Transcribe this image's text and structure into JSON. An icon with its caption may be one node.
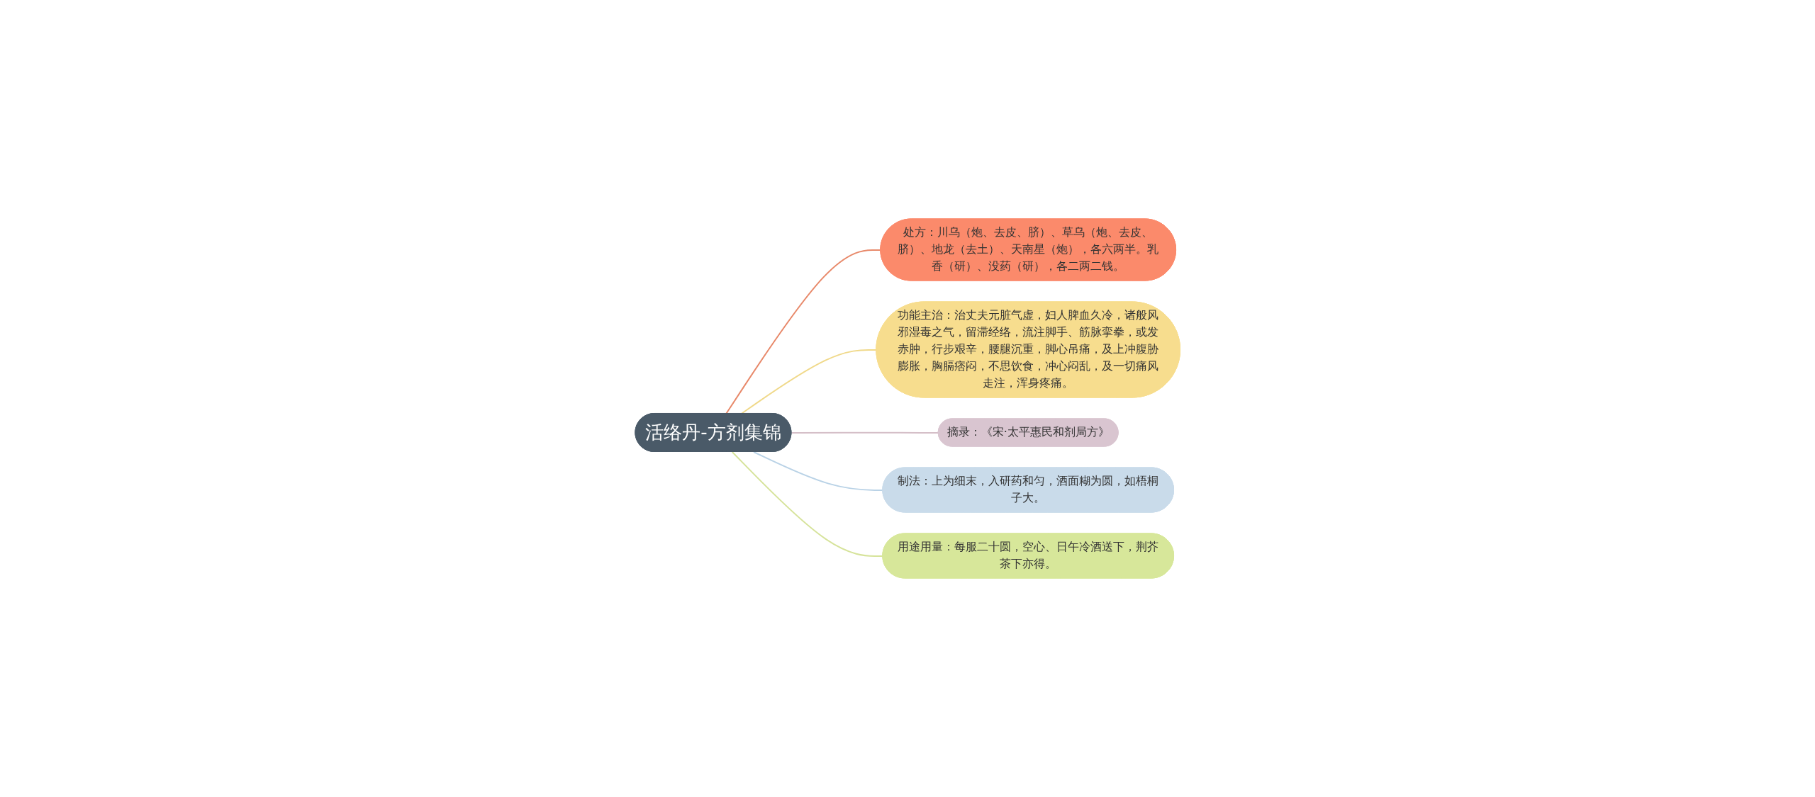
{
  "diagram": {
    "nodes": [
      {
        "text": [
          "活络丹-方剂集锦"
        ]
      },
      {
        "text": [
          "处方：川乌（炮、去皮、脐）、草乌（炮、去皮、脐）、地龙（去土）、天南星（炮），各六两半。乳香（研）、没药（研），各二两二钱。"
        ]
      },
      {
        "text": [
          "功能主治：治丈夫元脏气虚，妇人脾血久冷，诸般风邪湿毒之气，留滞经络，流注脚手、筋脉挛拳，或发赤肿，行步艰辛，腰腿沉重，脚心吊痛，及上冲腹胁膨胀，胸膈痞闷，不思饮食，冲心闷乱，及一切痛风走注，浑身疼痛。"
        ]
      },
      {
        "text": [
          "摘录：《宋·太平惠民和剂局方》"
        ]
      },
      {
        "text": [
          "制法：上为细末，入研药和匀，酒面糊为圆，如梧桐子大。"
        ]
      },
      {
        "text": [
          "用途用量：每服二十圆，空心、日午冷酒送下，荆芥茶下亦得。"
        ]
      }
    ],
    "edges": [
      {
        "from": 0,
        "to": 1,
        "arrow": "none",
        "color": "#e8896a"
      },
      {
        "from": 0,
        "to": 2,
        "arrow": "none",
        "color": "#f0d98a"
      },
      {
        "from": 0,
        "to": 3,
        "arrow": "none",
        "color": "#d5bfc8"
      },
      {
        "from": 0,
        "to": 4,
        "arrow": "none",
        "color": "#b9d2e6"
      },
      {
        "from": 0,
        "to": 5,
        "arrow": "none",
        "color": "#d6e39a"
      }
    ]
  }
}
